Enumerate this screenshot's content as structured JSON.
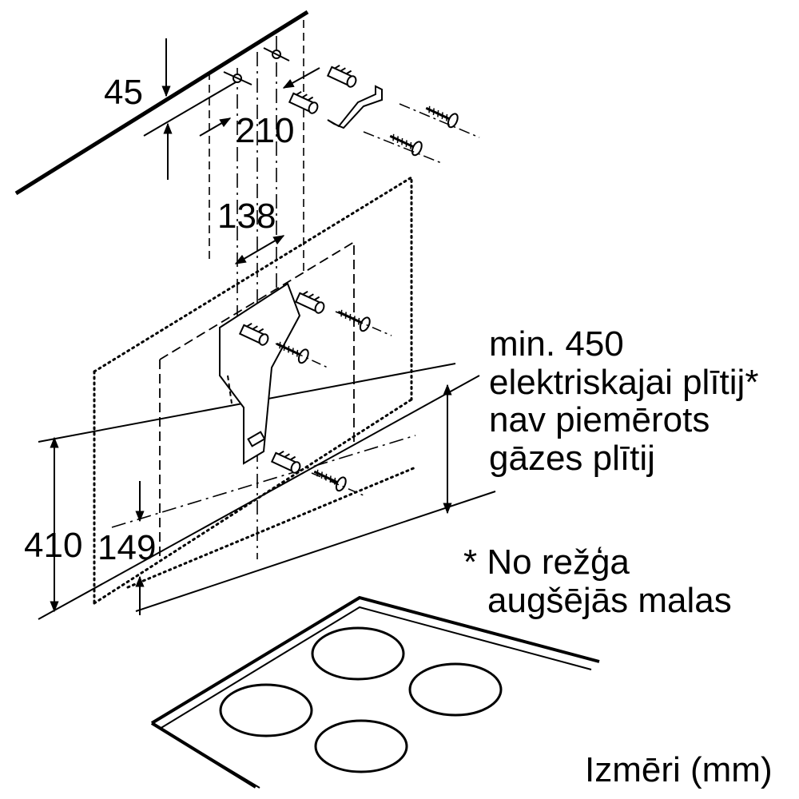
{
  "dimensions": {
    "d45": "45",
    "d210": "210",
    "d138": "138",
    "d410": "410",
    "d149": "149"
  },
  "note_min": {
    "line1": "min. 450",
    "line2": "elektriskajai plītij*",
    "line3": "nav piemērots",
    "line4": "gāzes plītij"
  },
  "footnote": {
    "line1": "* No režģa",
    "line2": "augšējās malas"
  },
  "units_caption": "Izmēri (mm)",
  "colors": {
    "ink": "#000000",
    "background": "#ffffff"
  }
}
